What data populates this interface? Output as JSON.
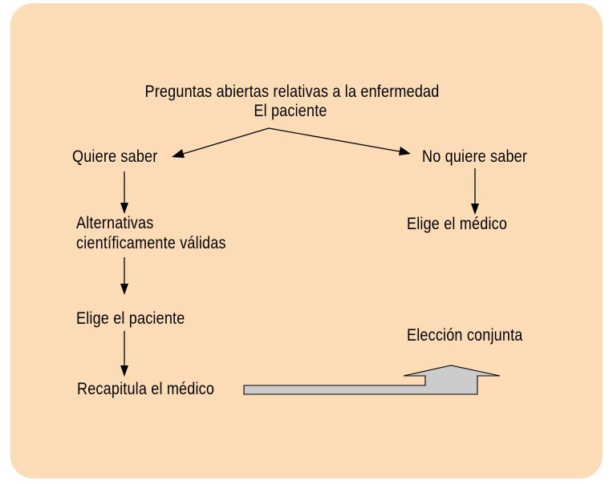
{
  "diagram": {
    "title_line1": "Preguntas abiertas relativas a la enfermedad",
    "title_line2": "El paciente",
    "left_branch": {
      "wants": "Quiere saber",
      "alternatives_line1": "Alternativas",
      "alternatives_line2": "científicamente válidas",
      "patient_chooses": "Elige el paciente",
      "doctor_recaps": "Recapitula el médico"
    },
    "right_branch": {
      "does_not_want": "No quiere saber",
      "doctor_chooses": "Elige el médico"
    },
    "joint_choice": "Elección conjunta"
  },
  "colors": {
    "panel_bg": "#fcdcb7",
    "big_arrow_fill": "#cccccc",
    "line": "#000000"
  }
}
